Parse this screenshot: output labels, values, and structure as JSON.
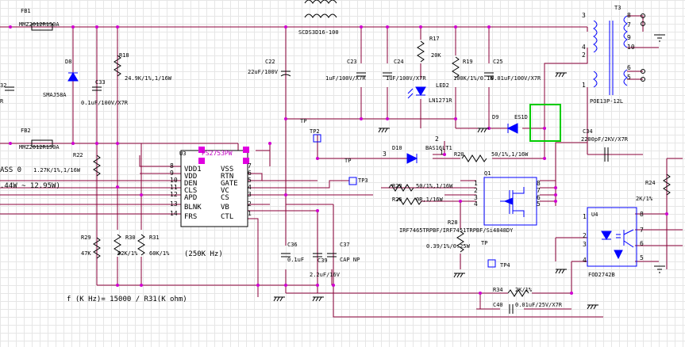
{
  "labels": {
    "fb1": "FB1",
    "fb1_val": "MMZ2012R150A",
    "fb2": "FB2",
    "fb2_val": "MMZ2012R150A",
    "c32": "32",
    "c32_val": "R",
    "d8": "D8",
    "d8_val": "SMAJ58A",
    "c33": "C33",
    "c33_val": "0.1uF/100V/X7R",
    "r18": "R18",
    "r18_val": "24.9K/1%,1/16W",
    "r22": "R22",
    "r22_val": "1.27K/1%,1/16W",
    "class_text": "ASS 0",
    "power_range": ".44W ~ 12.95W)",
    "u3": "U3",
    "u3_part": "PS2753PW",
    "u3_freq": "(250K Hz)",
    "l1_val": "SCDS3D16-100",
    "c22": "C22",
    "c22_val": "22uF/100V",
    "c23": "C23",
    "c23_val": "1uF/100V/X7R",
    "c24": "C24",
    "c24_val": "1uF/100V/X7R",
    "r17": "R17",
    "r17_val": "20K",
    "led2": "LED2",
    "led2_val": "LN1271R",
    "r19": "R19",
    "r19_val": "100K/1%/0.1W",
    "c25": "C25",
    "c25_val": "0.01uF/100V/X7R",
    "d9": "D9",
    "d9_val": "ES1D",
    "t3": "T3",
    "t3_val": "POE13P-12L",
    "c34": "C34",
    "c34_val": "2200pF/2KV/X7R",
    "tp": "TP",
    "tp2": "TP2",
    "tp3": "TP3",
    "tp4": "TP4",
    "d10": "D10",
    "d10_val": "BAS16LT1",
    "r20": "R20",
    "r20_val": "50/1%,1/16W",
    "q1": "Q1",
    "r23": "R23",
    "r23_val": "50/1%,1/16W",
    "r26": "R26",
    "r26_val": "0R,1/16W",
    "r28": "R28",
    "r28_val": "0.39/1%/0.25W",
    "q1_val": "IRF7465TRPBF/IRF7451TRPBF/Si4848DY",
    "r29": "R29",
    "r29_val": "47K",
    "r30": "R30",
    "r30_val": "82K/1%",
    "r31": "R31",
    "r31_val": "60K/1%",
    "c36": "C36",
    "c36_val": "0.1uF",
    "c37": "C37",
    "c37_val": "CAP NP",
    "c39": "C39",
    "c39_val": "2.2uF/16V",
    "r34": "R34",
    "r34_val": "2K/1%",
    "c40": "C40",
    "c40_val": "0.01uF/25V/X7R",
    "r24": "R24",
    "r24_val": "2K/1%",
    "u4": "U4",
    "u4_val": "FOD2742B",
    "formula": "f (K Hz)= 15000 / R31(K ohm)"
  },
  "u3_left_pins": [
    {
      "num": "8",
      "name": "VDD1"
    },
    {
      "num": "9",
      "name": "VDD"
    },
    {
      "num": "10",
      "name": "DEN"
    },
    {
      "num": "11",
      "name": "CLS"
    },
    {
      "num": "12",
      "name": "APD"
    },
    {
      "num": "13",
      "name": "BLNK"
    },
    {
      "num": "14",
      "name": "FRS"
    }
  ],
  "u3_right_pins": [
    {
      "num": "7",
      "name": "VSS"
    },
    {
      "num": "6",
      "name": "RTN"
    },
    {
      "num": "5",
      "name": "GATE"
    },
    {
      "num": "4",
      "name": "VC"
    },
    {
      "num": "3",
      "name": "CS"
    },
    {
      "num": "2",
      "name": "VB"
    },
    {
      "num": "1",
      "name": "CTL"
    }
  ],
  "extra_left_pins": [
    "10",
    "11",
    "12",
    "13",
    "14"
  ],
  "q1_pins_left": [
    "1",
    "2",
    "3",
    "4"
  ],
  "q1_pins_right": [
    "8",
    "7",
    "6",
    "5"
  ],
  "t3_pins": [
    "3",
    "4",
    "2",
    "1",
    "8",
    "7",
    "9",
    "10",
    "6",
    "5"
  ],
  "u4_pins": [
    "8",
    "7",
    "6",
    "5",
    "1",
    "2",
    "3",
    "4"
  ],
  "net_numbers": {
    "d10_pin3": "3",
    "d10_pin2": "2",
    "d10_pin1": "1"
  },
  "colors": {
    "wire": "#8b0038",
    "component": "#000000",
    "symbol": "#0000ff",
    "junction": "#d000d0",
    "highlight": "#00cc00",
    "grid": "#e6e6e6"
  }
}
